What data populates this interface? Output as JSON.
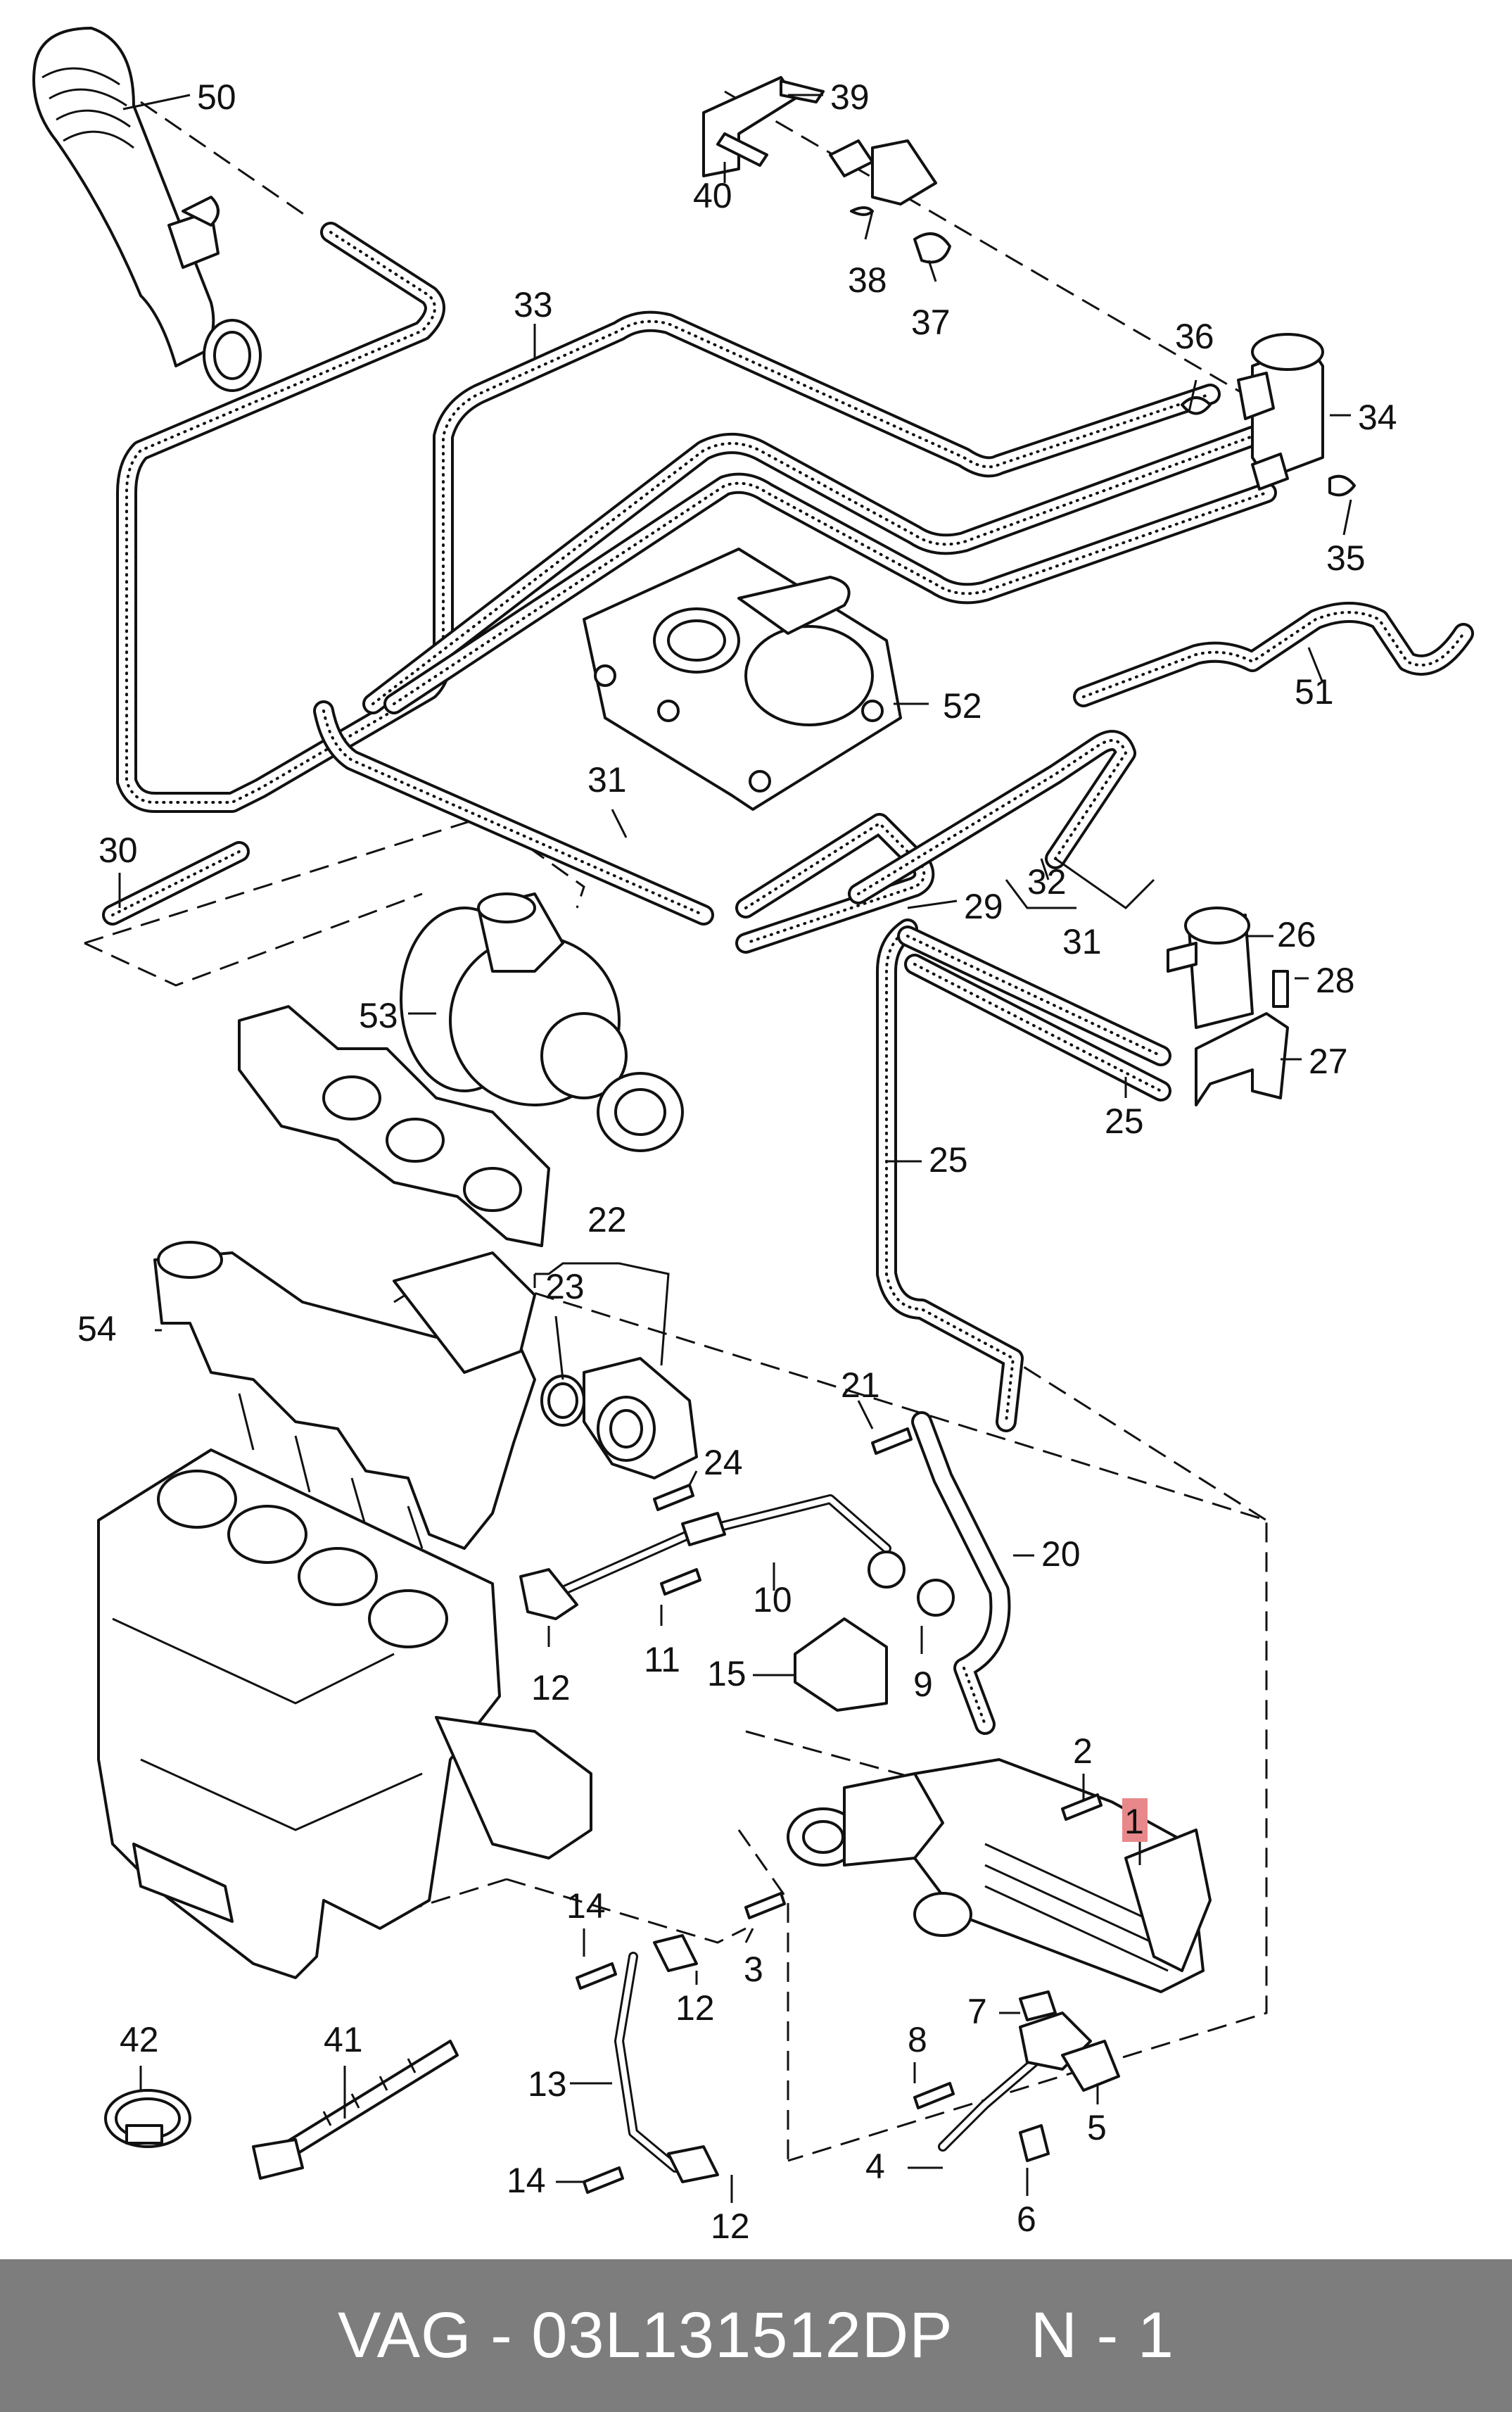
{
  "footer": {
    "part_code": "VAG - 03L131512DP",
    "position": "N - 1"
  },
  "callouts": [
    "50",
    "39",
    "40",
    "38",
    "37",
    "36",
    "34",
    "35",
    "33",
    "51",
    "52",
    "30",
    "31",
    "32",
    "31",
    "29",
    "26",
    "28",
    "27",
    "25",
    "25",
    "53",
    "22",
    "23",
    "54",
    "21",
    "24",
    "20",
    "10",
    "12",
    "11",
    "15",
    "9",
    "2",
    "1",
    "14",
    "3",
    "12",
    "8",
    "7",
    "42",
    "41",
    "13",
    "5",
    "4",
    "14",
    "12",
    "6"
  ],
  "highlight": {
    "label": "1",
    "color": "#e8888a"
  }
}
